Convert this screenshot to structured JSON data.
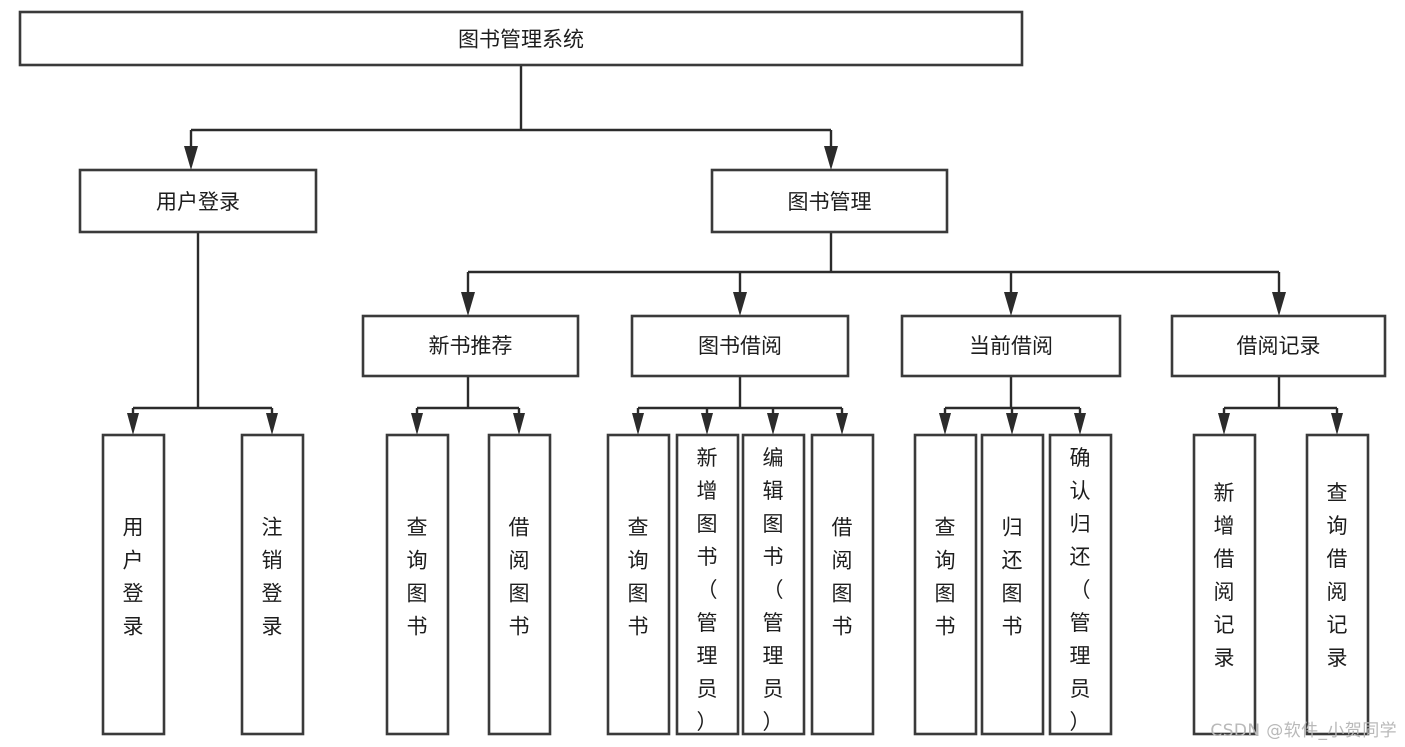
{
  "diagram": {
    "type": "tree-hierarchy-chart",
    "title": "图书管理系统",
    "orientation": "top-down",
    "colors": {
      "box_stroke": "#3a3a3a",
      "connector": "#2b2b2b",
      "background": "#ffffff",
      "text": "#1d1d1d",
      "watermark": "#b9b9b9"
    },
    "levels": {
      "root": {
        "label": "图书管理系统"
      },
      "level2": [
        {
          "label": "用户登录"
        },
        {
          "label": "图书管理"
        }
      ],
      "level3": [
        {
          "label": "新书推荐"
        },
        {
          "label": "图书借阅"
        },
        {
          "label": "当前借阅"
        },
        {
          "label": "借阅记录"
        }
      ],
      "leaves": {
        "user_login": [
          {
            "label": "用户登录"
          },
          {
            "label": "注销登录"
          }
        ],
        "new_book_recommend": [
          {
            "label": "查询图书"
          },
          {
            "label": "借阅图书"
          }
        ],
        "book_borrow": [
          {
            "label": "查询图书"
          },
          {
            "label": "新增图书（管理员）"
          },
          {
            "label": "编辑图书（管理员）"
          },
          {
            "label": "借阅图书"
          }
        ],
        "current_borrow": [
          {
            "label": "查询图书"
          },
          {
            "label": "归还图书"
          },
          {
            "label": "确认归还（管理员）"
          }
        ],
        "borrow_record": [
          {
            "label": "新增借阅记录"
          },
          {
            "label": "查询借阅记录"
          }
        ]
      }
    }
  },
  "watermark": {
    "text": "CSDN @软件_小贺同学"
  }
}
